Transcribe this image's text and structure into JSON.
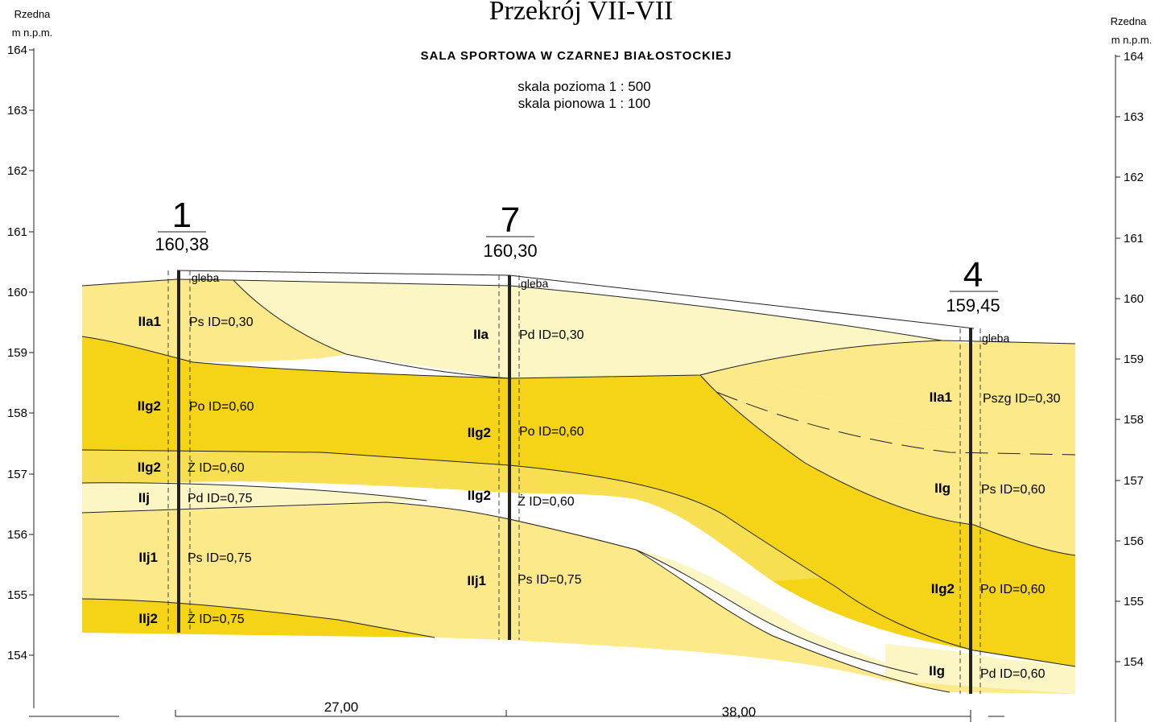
{
  "header": {
    "title": "Przekrój VII-VII",
    "subtitle": "SALA SPORTOWA W CZARNEJ BIAŁOSTOCKIEJ",
    "scale_horizontal": "skala pozioma 1 : 500",
    "scale_vertical": "skala pionowa 1 : 100"
  },
  "axis": {
    "left_label_line1": "Rzedna",
    "left_label_line2": "m n.p.m.",
    "right_label_line1": "Rzedna",
    "right_label_line2": "m n.p.m.",
    "ticks": [
      "164",
      "163",
      "162",
      "161",
      "160",
      "159",
      "158",
      "157",
      "156",
      "155",
      "154"
    ]
  },
  "boreholes": [
    {
      "number": "1",
      "elevation": "160,38",
      "top_label": "gleba"
    },
    {
      "number": "7",
      "elevation": "160,30",
      "top_label": "gleba"
    },
    {
      "number": "4",
      "elevation": "159,45",
      "top_label": "gleba"
    }
  ],
  "layer_labels": {
    "bh1": [
      {
        "code": "IIa1",
        "desc": "Ps  ID=0,30"
      },
      {
        "code": "IIg2",
        "desc": "Po  ID=0,60"
      },
      {
        "code": "IIg2",
        "desc": "Ż  ID=0,60"
      },
      {
        "code": "IIj",
        "desc": "Pd  ID=0,75"
      },
      {
        "code": "IIj1",
        "desc": "Ps  ID=0,75"
      },
      {
        "code": "IIj2",
        "desc": "Ż  ID=0,75"
      }
    ],
    "bh7": [
      {
        "code": "IIa",
        "desc": "Pd  ID=0,30"
      },
      {
        "code": "IIg2",
        "desc": "Po  ID=0,60"
      },
      {
        "code": "IIg2",
        "desc": "Ż  ID=0,60"
      },
      {
        "code": "IIj1",
        "desc": "Ps  ID=0,75"
      }
    ],
    "bh4": [
      {
        "code": "IIa1",
        "desc": "Pszg  ID=0,30"
      },
      {
        "code": "IIg",
        "desc": "Ps  ID=0,60"
      },
      {
        "code": "IIg2",
        "desc": "Po  ID=0,60"
      },
      {
        "code": "IIg",
        "desc": "Pd  ID=0,60"
      }
    ]
  },
  "distances": [
    "27,00",
    "38,00"
  ],
  "colors": {
    "pale": "#fcf5c4",
    "light": "#fbe98a",
    "medium": "#f8df52",
    "dark": "#f5d417",
    "line": "#222222"
  }
}
